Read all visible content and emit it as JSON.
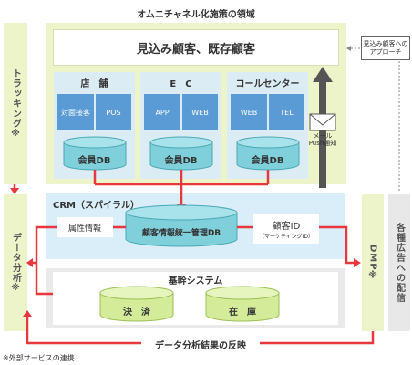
{
  "title": "オムニチャネル化施策の領域",
  "tracking_label": "トラッキング※",
  "data_analysis_label": "データ分析※",
  "customers_box_label": "見込み顧客、既存顧客",
  "channels": [
    {
      "name": "店　舗",
      "items": [
        "対面接客",
        "POS"
      ],
      "db": "会員DB"
    },
    {
      "name": "E　C",
      "items": [
        "APP",
        "WEB"
      ],
      "db": "会員DB"
    },
    {
      "name": "コールセンター",
      "items": [
        "WEB",
        "TEL"
      ],
      "db": "会員DB"
    }
  ],
  "crm_label": "CRM（スパイラル）",
  "attribute_label": "属性情報",
  "central_db_label": "顧客情報統一管理DB",
  "customer_id": {
    "title": "顧客ID",
    "sub": "（マーケティングID）"
  },
  "core_system": {
    "title": "基幹システム",
    "items": [
      "決　済",
      "在　庫"
    ]
  },
  "dmp_label": "DMP※",
  "ad_label": "各種広告への配信",
  "note_box": "見込み顧客への\nアプローチ",
  "mail_label": "メール\nPush通知",
  "report_label": "データ分析結果の反映",
  "footnote": "※外部サービスの連携",
  "colors": {
    "arrow_red": "#e8383d",
    "channel_blue": "#5b9bd5",
    "db_teal": "#7fd0da",
    "panel_green": "#eef4c9"
  }
}
